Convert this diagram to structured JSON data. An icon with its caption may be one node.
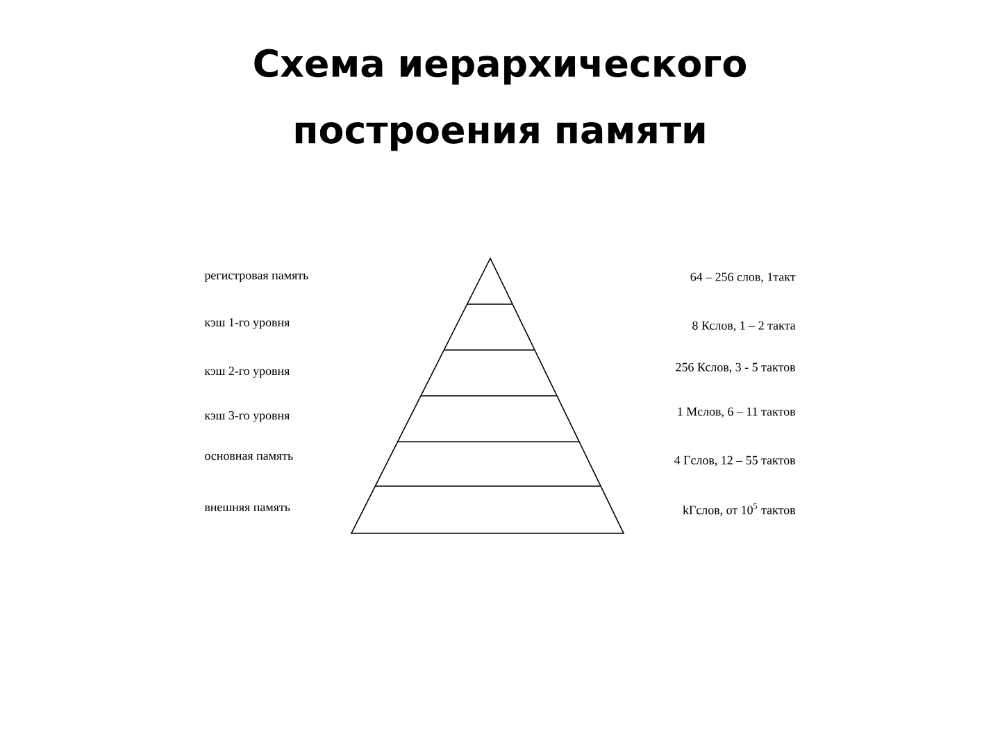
{
  "diagram": {
    "title": "Схема иерархического построения памяти",
    "labels": [
      "регистровая память",
      "64 – 256 слов, 1такт",
      "кэш 1-го уровня",
      "8 Кслов, 1 – 2 такта",
      "кэш 2-го уровня",
      "256 Кслов, 3 - 5 тактов",
      "кэш 3-го уровня",
      "1 Мслов, 6 – 11 тактов",
      "основная память",
      "4 Гслов, 12 – 55 тактов",
      "внешняя память",
      "kГслов, от 10$^{5}$ тактов"
    ]
  }
}
